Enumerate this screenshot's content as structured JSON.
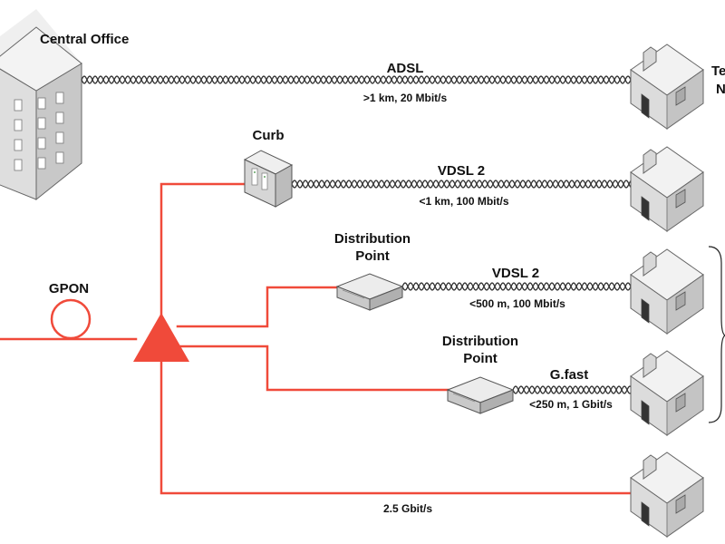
{
  "colors": {
    "fiber": "#f04a3a",
    "copper": "#333333"
  },
  "labels": {
    "central_office": "Central Office",
    "curb": "Curb",
    "dp1_line1": "Distribution",
    "dp1_line2": "Point",
    "dp2_line1": "Distribution",
    "dp2_line2": "Point",
    "gpon": "GPON",
    "te_partial": "Te",
    "n_partial": "N"
  },
  "links": [
    {
      "tech": "ADSL",
      "spec": ">1 km, 20 Mbit/s"
    },
    {
      "tech": "VDSL 2",
      "spec": "<1 km, 100 Mbit/s"
    },
    {
      "tech": "VDSL 2",
      "spec": "<500 m, 100 Mbit/s"
    },
    {
      "tech": "G.fast",
      "spec": "<250 m, 1 Gbit/s"
    },
    {
      "tech": "",
      "spec": "2.5 Gbit/s"
    }
  ],
  "icons": {
    "building": "office-building-icon",
    "cabinet": "street-cabinet-icon",
    "dp": "distribution-point-icon",
    "house": "house-icon",
    "splitter": "optical-splitter-icon"
  }
}
